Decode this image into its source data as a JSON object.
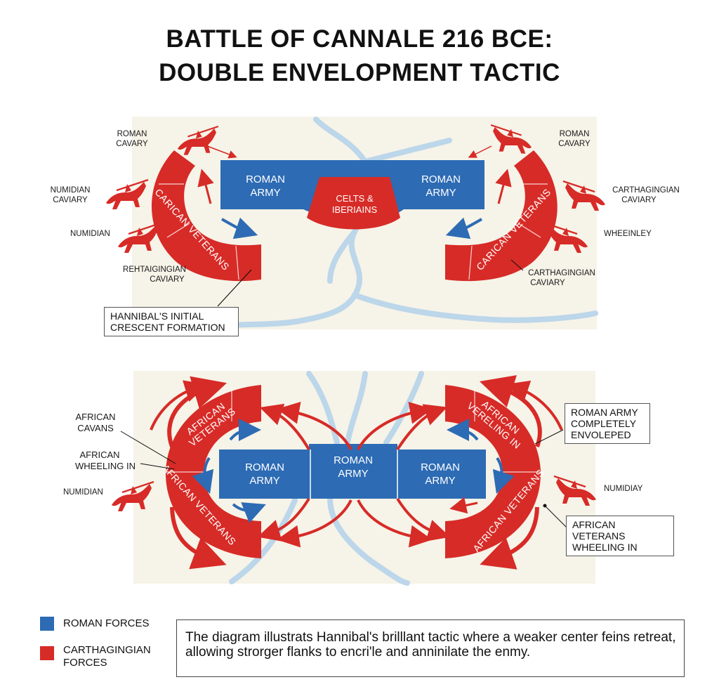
{
  "title": {
    "line1": "BATTLE OF CANNALE 216 BCE:",
    "line2": "DOUBLE ENVELOPMENT TACTIC"
  },
  "colors": {
    "roman": "#2d6bb4",
    "carthaginian": "#d72b27",
    "river": "#bcd6ea",
    "map_bg": "#f6f3e8"
  },
  "top_panel": {
    "roman_army_left": "ROMAN ARMY",
    "roman_army_right": "ROMAN ARMY",
    "center": "CELTS & IBERIAINS",
    "arc_left": "CARICAN VETERANS",
    "arc_right": "CARICAN VETERANS",
    "labels": {
      "roman_cavalry_left": "ROMAN CAVARY",
      "roman_cavalry_right": "ROMAN CAVARY",
      "numidian_cavalry": "NUMIDIAN CAVIARY",
      "numidian": "NUMIDIAN",
      "carthaginian_cavalry_left": "REHTAIGINGIAN CAVIARY",
      "carthaginian_cavalry_right_top": "CARTHAGINGIAN CAVIARY",
      "wheeling": "WHEEINLEY",
      "carthaginian_cavalry_right_bottom": "CARTHAGINGIAN CAVIARY"
    },
    "callout": "HANNIBAL'S INITIAL CRESCENT FORMATION"
  },
  "bottom_panel": {
    "roman_army_left": "ROMAN ARMY",
    "roman_army_center": "ROMAN ARMY",
    "roman_army_right": "ROMAN ARMY",
    "arc_left_top": "AFRICAN VETERANS",
    "arc_left_bottom": "AFRICAN VETERANS",
    "arc_right_top": "AFRICAN VERELING IN",
    "arc_right_bottom": "AFRICAN VETERANS",
    "labels": {
      "african_cavans": "AFRICAN CAVANS",
      "african_wheeling_in": "AFRICAN WHEELING IN",
      "numidian_left": "NUMIDIAN",
      "numidian_right": "NUMIDIAY"
    },
    "callout_top": "ROMAN ARMY COMPLETELY ENVOLEPED",
    "callout_bottom": "AFRICAN VETERANS WHEELING IN"
  },
  "legend": {
    "roman": "ROMAN FORCES",
    "carthaginian": "CARTHAGINGIAN FORCES"
  },
  "description": "The diagram illustrats Hannibal's brilllant tactic where a weaker center feins retreat, allowing strorger flanks to encri'le and anninilate the enmy."
}
